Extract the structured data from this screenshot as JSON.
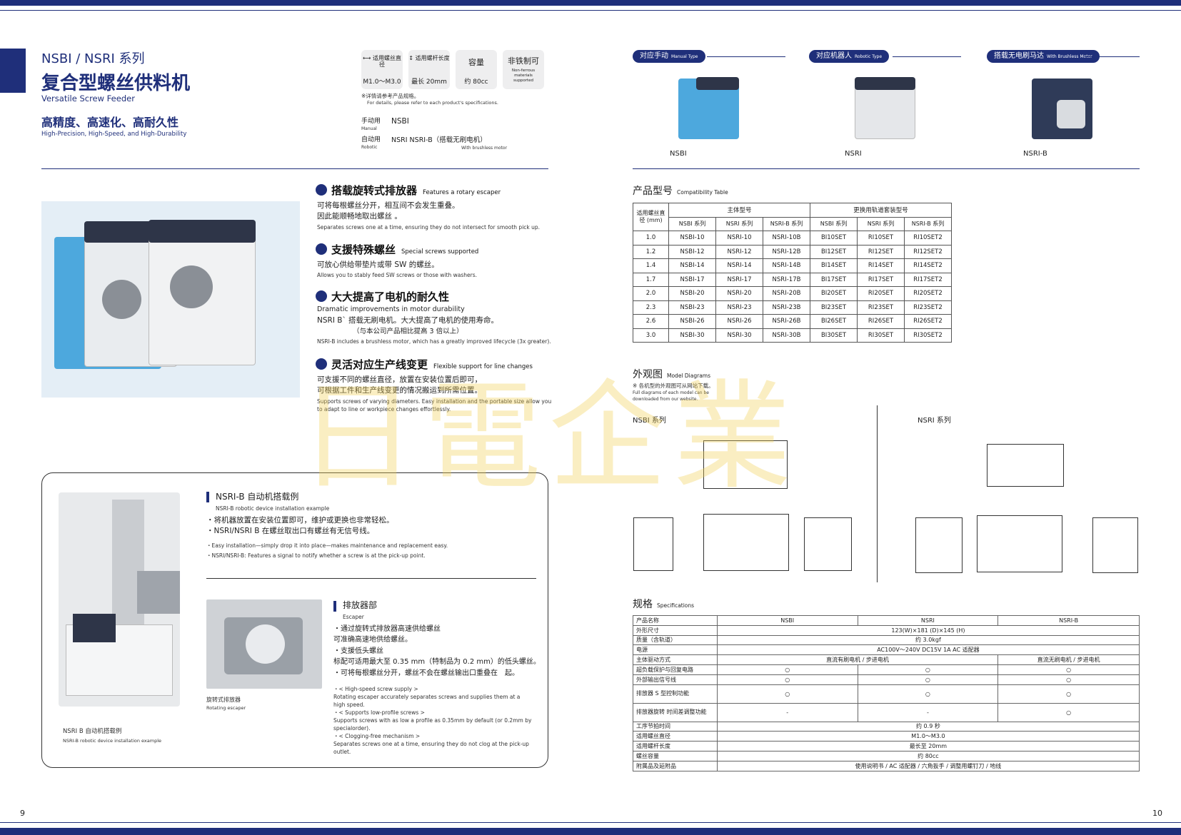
{
  "header": {
    "series": "NSBI / NSRI 系列",
    "title_cn": "复合型螺丝供料机",
    "title_en": "Versatile Screw Feeder",
    "tagline_cn": "高精度、高速化、高耐久性",
    "tagline_en": "High-Precision, High-Speed, and High-Durability"
  },
  "spec_icons": [
    {
      "label": "适用螺丝直径",
      "value": "M1.0～M3.0"
    },
    {
      "label": "适用螺杆长度",
      "value": "最长 20mm"
    },
    {
      "label": "容量",
      "value": "约 80cc"
    },
    {
      "label": "非铁制可",
      "value": "Non-ferrous materials supported"
    }
  ],
  "spec_note_cn": "※详情请参考产品规格。",
  "spec_note_en": "For details, please refer to each product's specifications.",
  "usage": {
    "manual_label": "手动用",
    "manual_en": "Manual",
    "manual_value": "NSBI",
    "robotic_label": "自动用",
    "robotic_en": "Robotic",
    "robotic_value": "NSRI  NSRI-B（搭载无刷电机）",
    "robotic_note": "With brushless motor"
  },
  "features": [
    {
      "title": "搭载旋转式排放器",
      "en": "Features a rotary escaper",
      "body": [
        "可将每根螺丝分开，相互间不会发生重叠。",
        "因此能顺畅地取出螺丝 。"
      ],
      "note": "Separates screws one at a time, ensuring they do not intersect for smooth pick up."
    },
    {
      "title": "支援特殊螺丝",
      "en": "Special screws supported",
      "body": [
        "可放心供给带垫片或带 SW 的螺丝。"
      ],
      "note": "Allows you to stably feed SW screws or those with washers."
    },
    {
      "title": "大大提高了电机的耐久性",
      "en": "Dramatic improvements in motor durability",
      "body": [
        "NSRI B` 搭载无刷电机。大大提高了电机的使用寿命。",
        "（与本公司产品相比提高 3 倍以上）"
      ],
      "note": "NSRI-B includes a brushless motor, which has a greatly improved lifecycle (3x greater)."
    },
    {
      "title": "灵活对应生产线变更",
      "en": "Flexible support for line changes",
      "body": [
        "可支援不同的螺丝直径，放置在安装位置后即可，",
        "可根据工件和生产线变更的情况搬运到所需位置。"
      ],
      "note": "Supports screws of varying diameters. Easy installation and the portable size allow you to adapt to line or workpiece changes effortlessly."
    }
  ],
  "install_box": {
    "title": "NSRI-B 自动机搭载例",
    "title_en": "NSRI-B robotic device installation example",
    "lines_cn": [
      "・将机器放置在安装位置即可，维护或更换也非常轻松。",
      "・NSRI/NSRI  B  在螺丝取出口有螺丝有无信号线。"
    ],
    "lines_en": [
      "・Easy installation—simply drop it into place—makes maintenance and replacement easy.",
      "・NSRI/NSRI-B: Features a signal to notify whether a screw is at the pick-up point."
    ],
    "caption_cn": "NSRI  B 自动机搭载例",
    "caption_en": "NSRI-B robotic device installation example",
    "escaper_caption_cn": "旋转式排放器",
    "escaper_caption_en": "Rotating escaper",
    "escaper_title": "排放器部",
    "escaper_title_en": "Escaper",
    "escaper_lines_cn": [
      "・通过旋转式排放器高速供给螺丝",
      "  可准确高速地供给螺丝。",
      "・支援低头螺丝",
      "  标配可适用最大至 0.35 mm（特制品为 0.2 mm）的低头螺丝。",
      "・可将每根螺丝分开，螺丝不会在螺丝输出口重叠在　起。"
    ],
    "escaper_lines_en": [
      "・< High-speed screw supply >",
      "Rotating escaper accurately separates screws and supplies them at a high speed.",
      "・< Supports low-profile screws >",
      "Supports screws with as low a profile as 0.35mm by default (or 0.2mm by specialorder).",
      "・< Clogging-free mechanism >",
      "Separates screws one at a time, ensuring they do not clog at the pick-up outlet."
    ]
  },
  "tabs": [
    {
      "label": "对应手动",
      "en": "Manual Type",
      "product": "NSBI"
    },
    {
      "label": "对应机器人",
      "en": "Robotic Type",
      "product": "NSRI"
    },
    {
      "label": "搭载无电刷马达",
      "en": "With Brushless Motor",
      "product": "NSRI-B"
    }
  ],
  "compat": {
    "title": "产品型号",
    "title_en": "Compatibility Table",
    "h_dia": "适用螺丝直径 (mm)",
    "h_main": "主体型号",
    "h_rail": "更换用轨道套装型号",
    "sub": [
      "NSBI 系列",
      "NSRI 系列",
      "NSRI-B 系列",
      "NSBI 系列",
      "NSRI 系列",
      "NSRI-B 系列"
    ],
    "rows": [
      [
        "1.0",
        "NSBI-10",
        "NSRI-10",
        "NSRI-10B",
        "BI10SET",
        "RI10SET",
        "RI10SET2"
      ],
      [
        "1.2",
        "NSBI-12",
        "NSRI-12",
        "NSRI-12B",
        "BI12SET",
        "RI12SET",
        "RI12SET2"
      ],
      [
        "1.4",
        "NSBI-14",
        "NSRI-14",
        "NSRI-14B",
        "BI14SET",
        "RI14SET",
        "RI14SET2"
      ],
      [
        "1.7",
        "NSBI-17",
        "NSRI-17",
        "NSRI-17B",
        "BI17SET",
        "RI17SET",
        "RI17SET2"
      ],
      [
        "2.0",
        "NSBI-20",
        "NSRI-20",
        "NSRI-20B",
        "BI20SET",
        "RI20SET",
        "RI20SET2"
      ],
      [
        "2.3",
        "NSBI-23",
        "NSRI-23",
        "NSRI-23B",
        "BI23SET",
        "RI23SET",
        "RI23SET2"
      ],
      [
        "2.6",
        "NSBI-26",
        "NSRI-26",
        "NSRI-26B",
        "BI26SET",
        "RI26SET",
        "RI26SET2"
      ],
      [
        "3.0",
        "NSBI-30",
        "NSRI-30",
        "NSRI-30B",
        "BI30SET",
        "RI30SET",
        "RI30SET2"
      ]
    ]
  },
  "diagrams": {
    "title": "外观图",
    "title_en": "Model Diagrams",
    "note_cn": "※ 各机型的外观图可从网站下载。",
    "note_en": "Full diagrams of each model can be downloaded from our website.",
    "left": "NSBI 系列",
    "right": "NSRI 系列"
  },
  "specs": {
    "title": "规格",
    "title_en": "Specifications",
    "head": [
      "产品名称",
      "NSBI",
      "NSRI",
      "NSRI-B"
    ],
    "rows": [
      {
        "k": "外形尺寸",
        "span": "123(W)×181 (D)×145 (H)"
      },
      {
        "k": "质量（含轨道）",
        "span": "约 3.0kgf"
      },
      {
        "k": "电源",
        "span": "AC100V～240V DC15V 1A AC 适配器"
      },
      {
        "k": "主体驱动方式",
        "a": "直流有刷电机 / 步进电机",
        "c": "直流无刷电机 / 步进电机"
      },
      {
        "k": "超负载保护与回复电路",
        "a": "○",
        "b": "○",
        "c": "○"
      },
      {
        "k": "外部输出信号线",
        "a": "○",
        "b": "○",
        "c": "○"
      },
      {
        "k": "排放器 S 型控制功能",
        "a": "○",
        "b": "○",
        "c": "○"
      },
      {
        "k": "排放器旋转 时间差调整功能",
        "a": "-",
        "b": "-",
        "c": "○"
      },
      {
        "k": "工序节拍时间",
        "span": "约 0.9 秒"
      },
      {
        "k": "适用螺丝直径",
        "span": "M1.0～M3.0"
      },
      {
        "k": "适用螺杆长度",
        "span": "最长至 20mm"
      },
      {
        "k": "螺丝容量",
        "span": "约 80cc"
      },
      {
        "k": "附属品及延附品",
        "span": "使用说明书 / AC 适配器 / 六角扳手 / 调整用螺钉刀 / 地线"
      }
    ]
  },
  "watermark": "日電企業",
  "page_left": "9",
  "page_right": "10"
}
